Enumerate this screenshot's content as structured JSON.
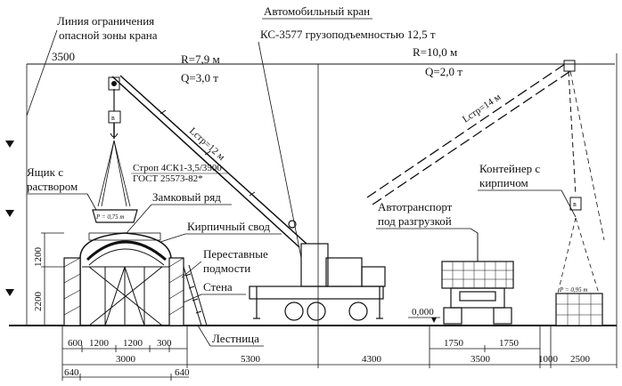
{
  "labels": {
    "danger_zone_line": [
      "Линия ограничения",
      "опасной зоны крана"
    ],
    "truck_crane": [
      "Автомобильный кран",
      "КС-3577 грузоподъемностью 12,5 т"
    ],
    "crane_radius_left": "R=7,9 м",
    "crane_load_left": "Q=3,0 т",
    "crane_radius_right": "R=10,0 м",
    "crane_load_right": "Q=2,0 т",
    "boom_length_left": "Lстр=12 м",
    "boom_length_right": "Lстр=14 м",
    "mortar_box": [
      "Ящик с",
      "раствором"
    ],
    "sling": [
      "Строп 4СК1-3,5/3500",
      "ГОСТ 25573-82*"
    ],
    "mortar_box_weight": "P = 0,75 т",
    "keystone_row": "Замковый ряд",
    "brick_vault": "Кирпичный свод",
    "movable_scaffold": [
      "Переставные",
      "подмости"
    ],
    "wall": "Стена",
    "ladder": "Лестница",
    "truck": [
      "Автотранспорт",
      "под разгрузкой"
    ],
    "brick_container": [
      "Контейнер с",
      "кирпичом"
    ],
    "container_weight": "P = 0,95 т",
    "ground_level": "0,000"
  },
  "dimensions": {
    "top_left": "3500",
    "vertical": [
      "1200",
      "2200"
    ],
    "bottom_row1": [
      "600",
      "1200",
      "1200",
      "300",
      "1750",
      "1750"
    ],
    "bottom_row2": [
      "3000",
      "5300",
      "4300",
      "3500",
      "1000",
      "2500"
    ],
    "bottom_row3": [
      "640",
      "640"
    ]
  }
}
